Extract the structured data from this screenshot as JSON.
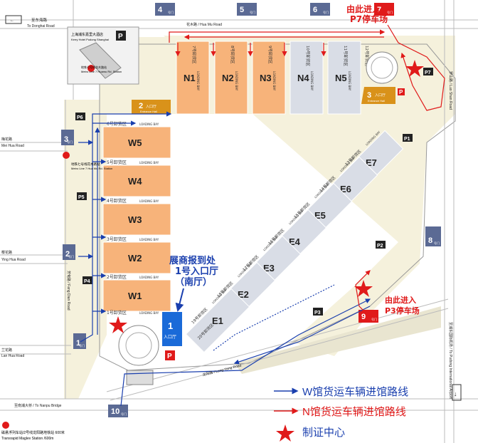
{
  "roads": {
    "to_donghai": "至东海路",
    "to_donghai_en": "To Donghai Road",
    "huamu": "花木路 / Hua Mu Road",
    "meihua_cn": "梅花路",
    "meihua_en": "Mei Hua Road",
    "yinghua_cn": "樱花路",
    "yinghua_en": "Ying Hua Road",
    "fangdian": "芳甸路 / Fang Dian Road",
    "lanhua_cn": "兰花路",
    "lanhua_en": "Lan Hua Road",
    "longyang": "龙阳路 / Long Yang Road",
    "luoshan": "罗山路 / Luo Shan Road",
    "to_nanpu": "至南浦大桥 / To Nanpu Bridge",
    "to_pudong": "至浦东国际机场 / To Pudong International Airport"
  },
  "stations": {
    "kerry": "上海浦东嘉里大酒店",
    "kerry_en": "Kerry Hotel Pudong Shanghai",
    "metro_top": "地铁七号线花木路站",
    "metro_top_en": "Metro Line 7 Huamu Rd. Station",
    "metro_mid": "地铁七号线花木路站",
    "metro_mid_en": "Metro Line 7 Hua Mu Rd. Station",
    "maglev": "磁悬浮列车站/2号线龙阳路地铁站 600米",
    "maglev_en": "Transrapid Maglev Station /600m"
  },
  "halls_north": [
    {
      "name": "N1",
      "bay": "7号卸货区",
      "color": "#f7b37a"
    },
    {
      "name": "N2",
      "bay": "8号卸货区",
      "color": "#f7b37a"
    },
    {
      "name": "N3",
      "bay": "9号卸货区",
      "color": "#f7b37a"
    },
    {
      "name": "N4",
      "bay": "10号卸货区",
      "color": "#d9dde6"
    },
    {
      "name": "N5",
      "bay": "11号卸货区",
      "color": "#d9dde6"
    }
  ],
  "n5_extra_bay": "12号卸货区",
  "halls_west": [
    {
      "name": "W5",
      "bay": "6号卸货区"
    },
    {
      "name": "W4",
      "bay": "5号卸货区"
    },
    {
      "name": "W3",
      "bay": "4号卸货区"
    },
    {
      "name": "W2",
      "bay": "3号卸货区"
    },
    {
      "name": "W1",
      "bay": "2号卸货区"
    }
  ],
  "w_bottom_bay": "1号卸货区",
  "halls_east": [
    {
      "name": "E7",
      "bay": "13号卸货区"
    },
    {
      "name": "E6",
      "bay": "14号卸货区"
    },
    {
      "name": "E5",
      "bay": "15号卸货区"
    },
    {
      "name": "E4",
      "bay": "16号卸货区"
    },
    {
      "name": "E3",
      "bay": "17号卸货区"
    },
    {
      "name": "E2",
      "bay": "18号卸货区"
    },
    {
      "name": "E1",
      "bay": "19号卸货区"
    }
  ],
  "e1_lower_bay": "20号卸货区",
  "loading_bay": "LOADING BAY",
  "gates": {
    "g1": "1",
    "g2": "2",
    "g3": "3",
    "g4": "4",
    "g5": "5",
    "g6": "6",
    "g7": "7",
    "g8": "8",
    "g9": "9",
    "g10": "10",
    "suffix": "号门"
  },
  "entrances": {
    "e1_num": "1",
    "e1_cn": "入口厅",
    "e2_num": "2",
    "e2_cn": "入口厅",
    "e2_en": "Entrance Hall",
    "e3_num": "3",
    "e3_cn": "入口厅",
    "e3_en": "Entrance Hall"
  },
  "parking": {
    "p1": "P1",
    "p2": "P2",
    "p3": "P3",
    "p4": "P4",
    "p5": "P5",
    "p6": "P6",
    "p7": "P7",
    "p": "P"
  },
  "callouts": {
    "p7_line1": "由此进入",
    "p7_line2": "P7停车场",
    "p3_line1": "由此进入",
    "p3_line2": "P3停车场",
    "report_line1": "展商报到处",
    "report_line2": "1号入口厅",
    "report_line3": "（南厅）"
  },
  "legend": {
    "w_route": "W馆货运车辆进馆路线",
    "n_route": "N馆货运车辆进馆路线",
    "center": "制证中心"
  },
  "colors": {
    "orange_hall": "#f7b37a",
    "grey_hall": "#d9dde6",
    "gate_blue": "#5b6a94",
    "gate_red": "#e01a1a",
    "route_blue": "#1a3fae",
    "route_red": "#e01a1a",
    "ground": "#f5f1dc"
  }
}
